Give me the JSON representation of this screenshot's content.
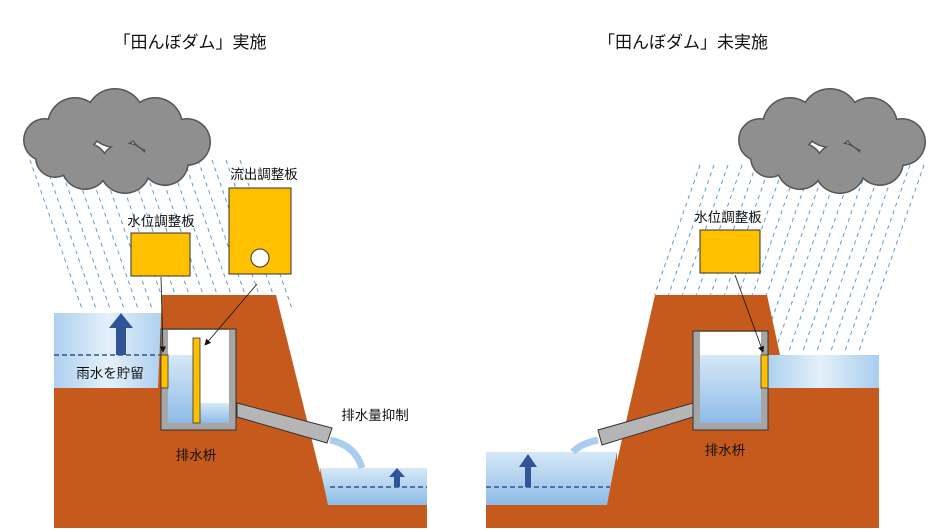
{
  "left_panel": {
    "title": "「田んぼダム」実施",
    "water_level_plate_label": "水位調整板",
    "outflow_plate_label": "流出調整板",
    "storage_label": "雨水を貯留",
    "drain_box_label": "排水枡",
    "discharge_label": "排水量抑制"
  },
  "right_panel": {
    "title": "「田んぼダム」未実施",
    "water_level_plate_label": "水位調整板",
    "drain_box_label": "排水枡"
  },
  "colors": {
    "earth": "#c65a1c",
    "plate": "#ffc000",
    "arrow": "#2f5597",
    "cloud": "#8f8f8f",
    "rain": "#5b9bd5"
  }
}
